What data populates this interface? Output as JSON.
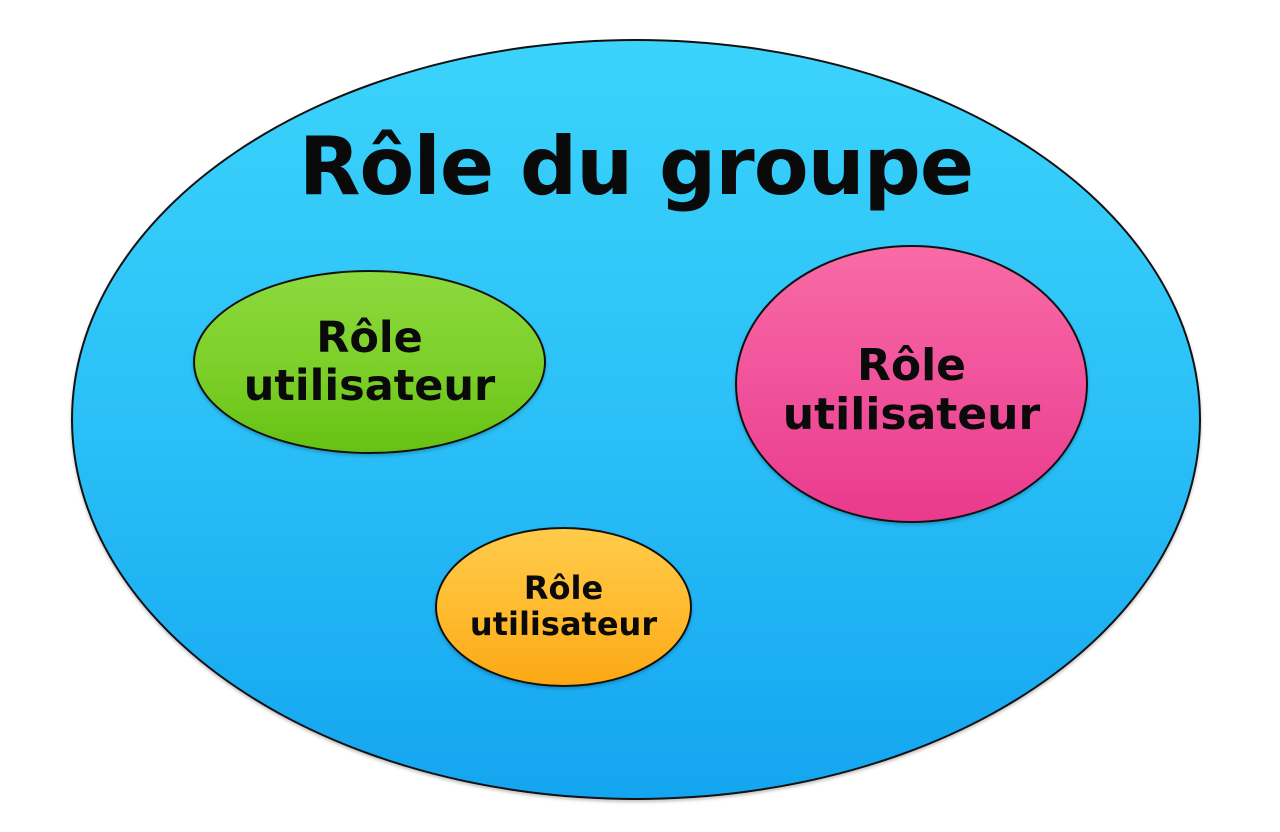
{
  "diagram": {
    "type": "nested-ellipses",
    "group": {
      "title": "Rôle du groupe",
      "color_top": "#3BD3FB",
      "color_bottom": "#14A5F0"
    },
    "roles": [
      {
        "line1": "Rôle",
        "line2": "utilisateur",
        "color": "#7CCF28",
        "position": "upper-left"
      },
      {
        "line1": "Rôle",
        "line2": "utilisateur",
        "color": "#F0509A",
        "position": "right"
      },
      {
        "line1": "Rôle",
        "line2": "utilisateur",
        "color": "#FFBA2E",
        "position": "bottom-center"
      }
    ]
  }
}
